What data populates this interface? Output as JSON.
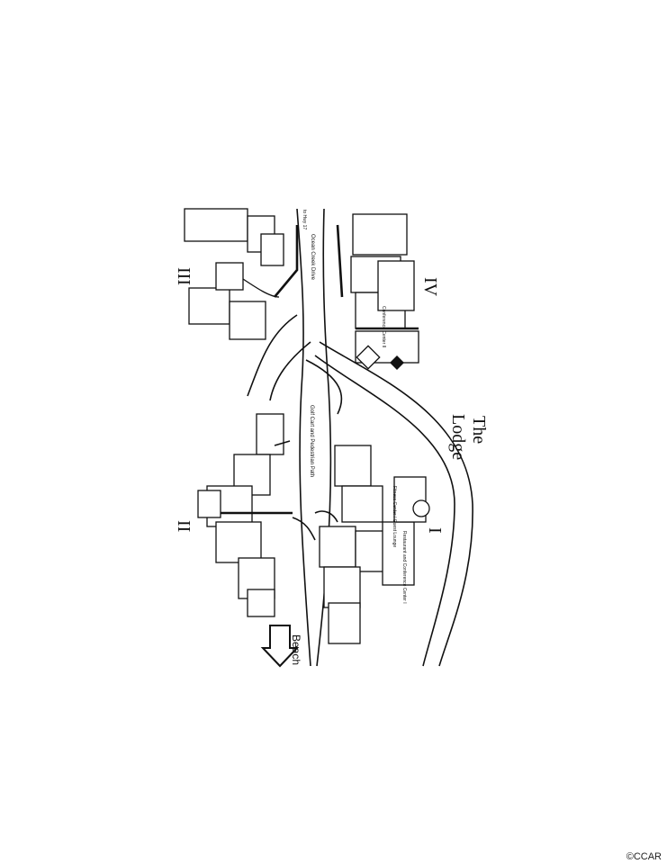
{
  "map": {
    "labels": {
      "section_i": "I",
      "section_ii": "II",
      "section_iii": "III",
      "section_iv": "IV",
      "the": "The",
      "lodge": "Lodge",
      "beach": "Beach",
      "road_name": "Ocean Creek Drive",
      "to_hwy": "to Hwy 17",
      "golf_path": "Golf Cart and Pedestrian Path",
      "conference_center_ii": "Conference Center II",
      "restaurant_conference_i": "Restaurant and Conference Center I",
      "fitness_center": "Fitness Center / Guest Lounge"
    }
  },
  "watermark": "©CCAR"
}
